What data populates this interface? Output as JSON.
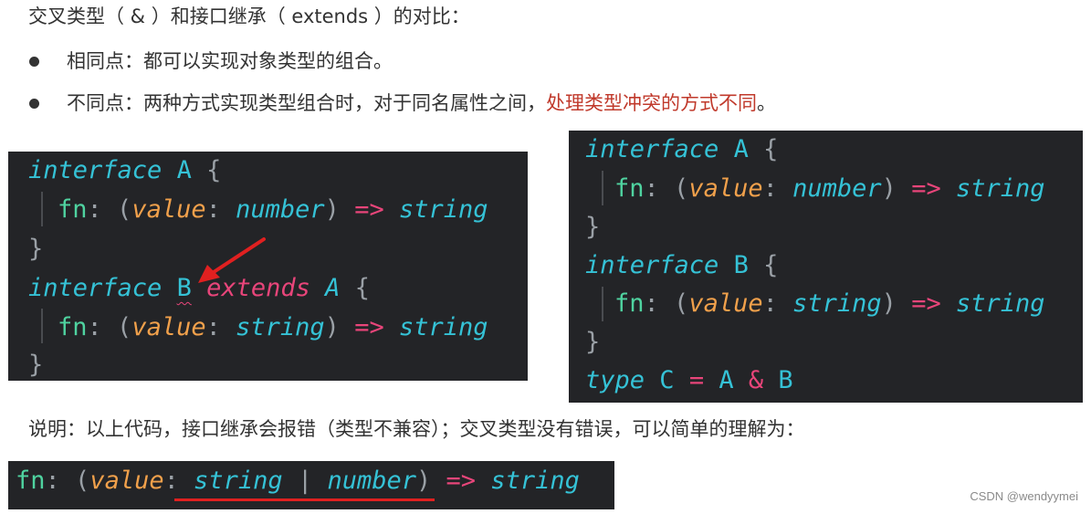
{
  "intro": {
    "heading": "交叉类型（ & ）和接口继承（ extends ）的对比：",
    "bullets": [
      {
        "text": "相同点：都可以实现对象类型的组合。",
        "highlight": "",
        "end": ""
      },
      {
        "text": "不同点：两种方式实现类型组合时，对于同名属性之间，",
        "highlight": "处理类型冲突的方式不同",
        "end": "。"
      }
    ]
  },
  "code_extends": {
    "l1": {
      "kw": "interface",
      "name": "A",
      "brace": "{"
    },
    "l2": {
      "fn": "fn",
      "colon": ":",
      "lp": "(",
      "param": "value",
      "pc": ":",
      "ptype": "number",
      "rp": ")",
      "arrow": "=>",
      "ret": "string"
    },
    "l3": {
      "brace": "}"
    },
    "l4": {
      "kw": "interface",
      "name": "B",
      "ext": "extends",
      "base": "A",
      "brace": "{"
    },
    "l5": {
      "fn": "fn",
      "colon": ":",
      "lp": "(",
      "param": "value",
      "pc": ":",
      "ptype": "string",
      "rp": ")",
      "arrow": "=>",
      "ret": "string"
    },
    "l6": {
      "brace": "}"
    }
  },
  "code_intersection": {
    "l1": {
      "kw": "interface",
      "name": "A",
      "brace": "{"
    },
    "l2": {
      "fn": "fn",
      "colon": ":",
      "lp": "(",
      "param": "value",
      "pc": ":",
      "ptype": "number",
      "rp": ")",
      "arrow": "=>",
      "ret": "string"
    },
    "l3": {
      "brace": "}"
    },
    "l4": {
      "kw": "interface",
      "name": "B",
      "brace": "{"
    },
    "l5": {
      "fn": "fn",
      "colon": ":",
      "lp": "(",
      "param": "value",
      "pc": ":",
      "ptype": "string",
      "rp": ")",
      "arrow": "=>",
      "ret": "string"
    },
    "l6": {
      "brace": "}"
    },
    "l7": {
      "kw": "type",
      "name": "C",
      "eq": "=",
      "a": "A",
      "amp": "&",
      "b": "B"
    }
  },
  "explanation": "说明：以上代码，接口继承会报错（类型不兼容）；交叉类型没有错误，可以简单的理解为：",
  "code_result": {
    "fn": "fn",
    "colon": ":",
    "lp": "(",
    "param": "value",
    "pc": ":",
    "t1": "string",
    "bar": "|",
    "t2": "number",
    "rp": ")",
    "arrow": "=>",
    "ret": "string"
  },
  "colors": {
    "accent_red": "#c0392b",
    "code_bg": "#232427",
    "annotation_red": "#e02020"
  },
  "watermark": "CSDN @wendyymei"
}
